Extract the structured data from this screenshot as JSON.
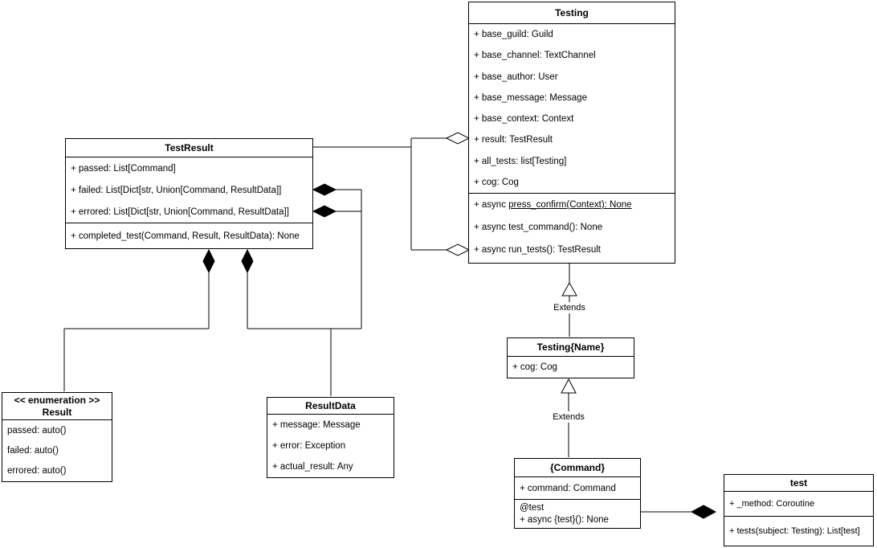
{
  "classes": {
    "testing": {
      "title": "Testing",
      "attributes": [
        "+ base_guild: Guild",
        "+ base_channel: TextChannel",
        "+ base_author: User",
        "+ base_message: Message",
        "+ base_context: Context",
        "+ result: TestResult",
        "+ all_tests: list[Testing]",
        "+ cog: Cog"
      ],
      "method_static": {
        "prefix": "+ async ",
        "underlined": "press_confirm(Context): None"
      },
      "methods": [
        "+ async test_command(): None",
        "+ async run_tests(): TestResult"
      ]
    },
    "test_result": {
      "title": "TestResult",
      "attributes": [
        "+ passed: List[Command]",
        "+ failed: List[Dict[str, Union[Command, ResultData]]",
        "+ errored: List[Dict[str, Union[Command, ResultData]]"
      ],
      "methods": [
        "+ completed_test(Command, Result, ResultData): None"
      ]
    },
    "result_enum": {
      "stereotype": "<< enumeration >>",
      "title": "Result",
      "attributes": [
        "passed: auto()",
        "failed: auto()",
        "errored: auto()"
      ]
    },
    "result_data": {
      "title": "ResultData",
      "attributes": [
        "+ message: Message",
        "+ error: Exception",
        "+ actual_result: Any"
      ]
    },
    "testing_name": {
      "title": "Testing{Name}",
      "attributes": [
        "+ cog: Cog"
      ]
    },
    "command": {
      "title": "{Command}",
      "attributes": [
        "+ command: Command"
      ],
      "method_decorator": "@test",
      "method_line": "+ async {test}(): None"
    },
    "test": {
      "title": "test",
      "attributes": [
        "+ _method: Coroutine"
      ],
      "methods": [
        "+ tests(subject: Testing): List[test]"
      ]
    }
  },
  "labels": {
    "extends_top": "Extends",
    "extends_bottom": "Extends"
  },
  "colors": {
    "line": "#000000",
    "background": "#ffffff",
    "composition_fill": "#000000",
    "aggregation_fill": "#ffffff"
  }
}
